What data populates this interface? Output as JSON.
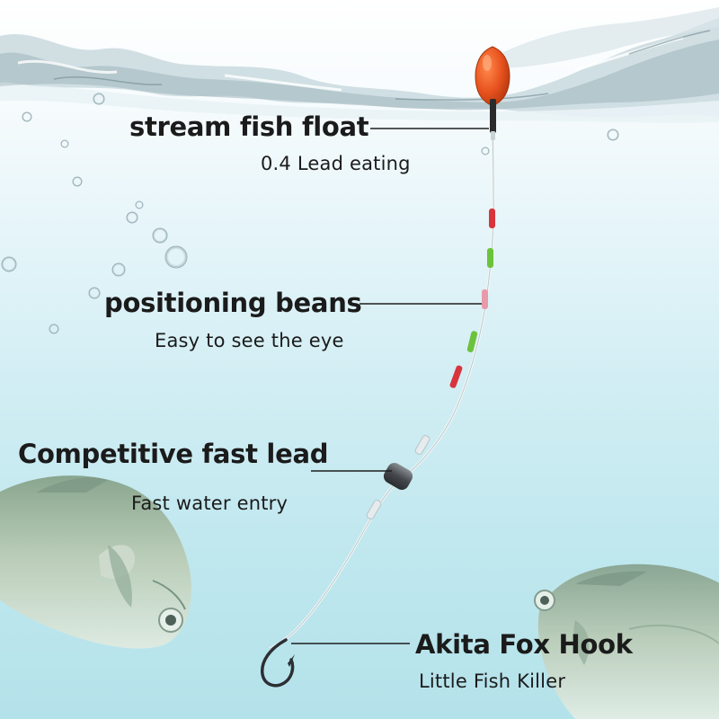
{
  "labels": {
    "float": {
      "title": "stream fish float",
      "subtitle": "0.4 Lead eating"
    },
    "beans": {
      "title": "positioning beans",
      "subtitle": "Easy to see the eye"
    },
    "lead": {
      "title": "Competitive fast lead",
      "subtitle": "Fast water entry"
    },
    "hook": {
      "title": "Akita Fox Hook",
      "subtitle": "Little Fish Killer"
    }
  },
  "colors": {
    "float_body": "#e8521e",
    "bean_red": "#d8343c",
    "bean_green": "#6cc23a",
    "bean_pink": "#e89aa8",
    "leader_line": "#1e1e1e",
    "water_light": "#e9f6fa",
    "water_deep": "#b4e2ea"
  },
  "icons": [
    "water-splash",
    "air-bubbles",
    "pomfret-fish",
    "fishing-float",
    "positioning-bean",
    "lead-weight",
    "fish-hook"
  ]
}
